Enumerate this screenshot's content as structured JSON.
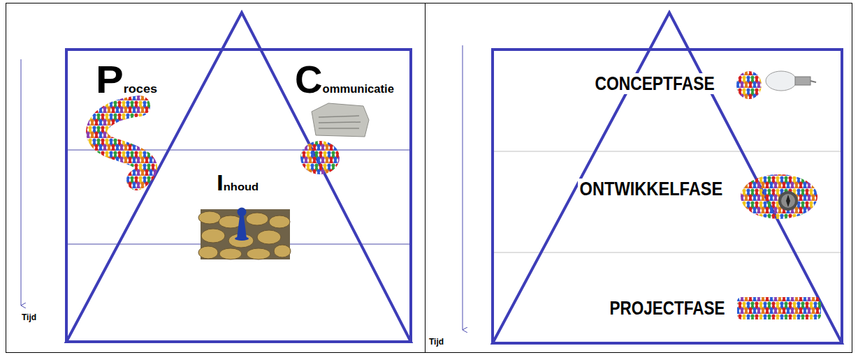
{
  "diagram": {
    "labels": [
      "Proces",
      "Communicatie",
      "Inhoud",
      "Tijd",
      "CONCEPTFASE",
      "ONTWIKKELFASE",
      "PROJECTFASE",
      "Tijd"
    ]
  }
}
